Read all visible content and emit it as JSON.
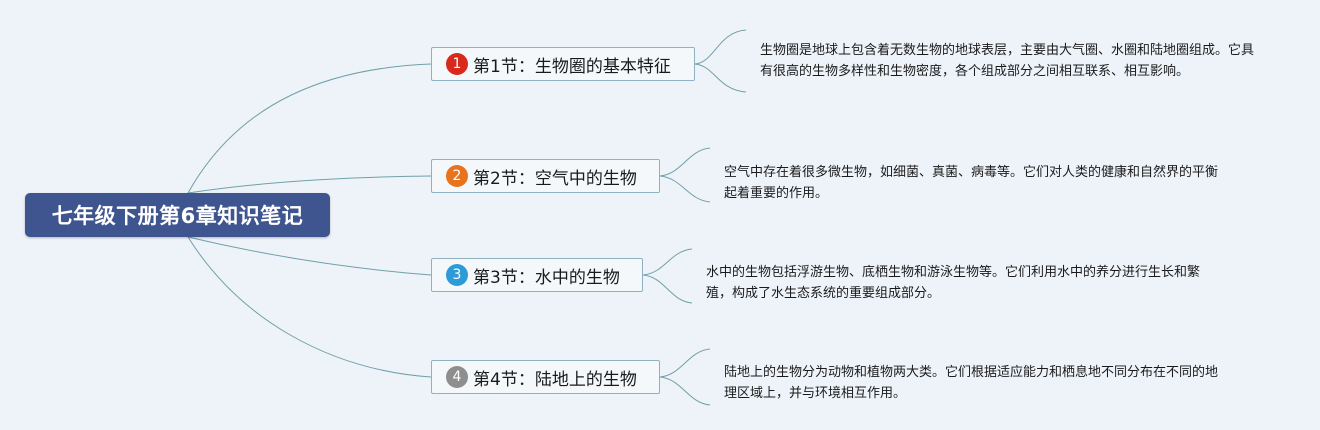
{
  "root": {
    "title": "七年级下册第6章知识笔记"
  },
  "sections": [
    {
      "number": "1",
      "badge_color": "#d9291c",
      "label": "第1节：生物圈的基本特征",
      "desc": "生物圈是地球上包含着无数生物的地球表层，主要由大气圈、水圈和陆地圈组成。它具有很高的生物多样性和生物密度，各个组成部分之间相互联系、相互影响。"
    },
    {
      "number": "2",
      "badge_color": "#e8731c",
      "label": "第2节：空气中的生物",
      "desc": "空气中存在着很多微生物，如细菌、真菌、病毒等。它们对人类的健康和自然界的平衡起着重要的作用。"
    },
    {
      "number": "3",
      "badge_color": "#2d9bd8",
      "label": "第3节：水中的生物",
      "desc": "水中的生物包括浮游生物、底栖生物和游泳生物等。它们利用水中的养分进行生长和繁殖，构成了水生态系统的重要组成部分。"
    },
    {
      "number": "4",
      "badge_color": "#8e8e8e",
      "label": "第4节：陆地上的生物",
      "desc": "陆地上的生物分为动物和植物两大类。它们根据适应能力和栖息地不同分布在不同的地理区域上，并与环境相互作用。"
    }
  ],
  "colors": {
    "background": "#eef3f9",
    "root_fill": "#3f5590",
    "section_border": "#8fb1c1",
    "link_stroke": "#6fa0a8"
  }
}
